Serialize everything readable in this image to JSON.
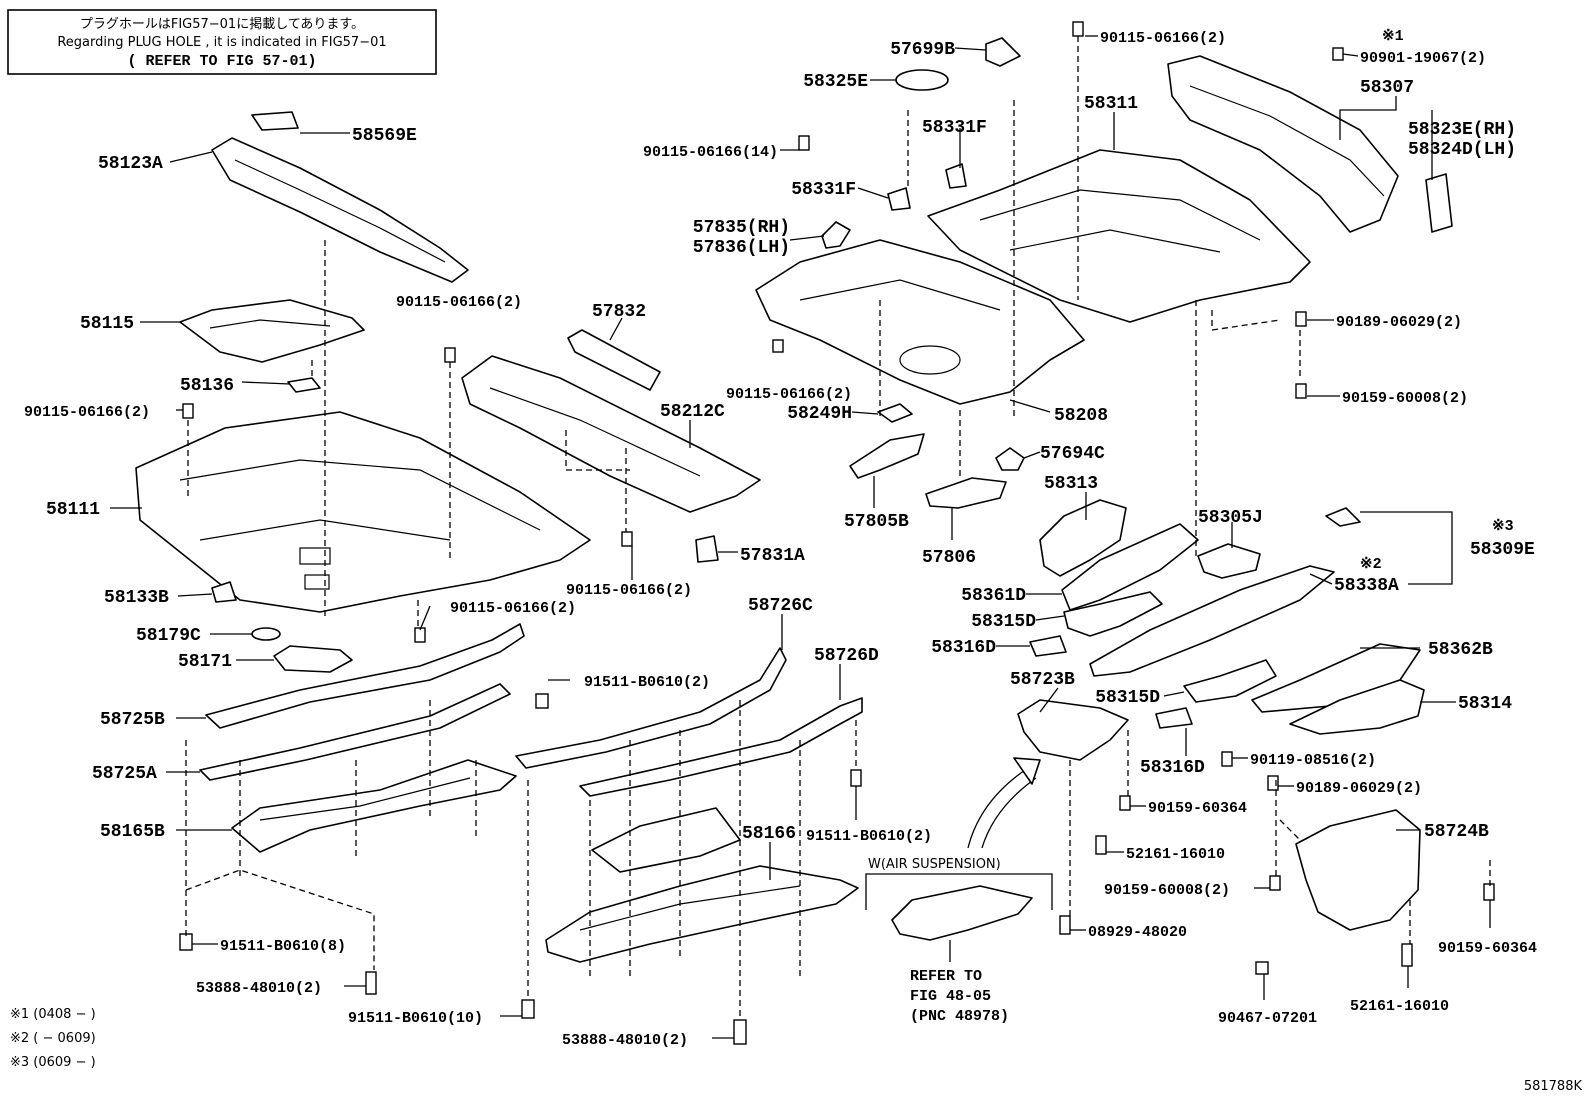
{
  "note_box": {
    "line_jp": "プラグホールはFIG57−01に掲載してあります。",
    "line_en": "Regarding PLUG HOLE , it is indicated in FIG57−01",
    "line_ref": "( REFER TO FIG 57-01)"
  },
  "labels": {
    "p57699B": "57699B",
    "p58325E": "58325E",
    "p90115_2_top": "90115-06166(2)",
    "p90901": "90901-19067(2)",
    "mark1_top": "※1",
    "p58307": "58307",
    "p58311": "58311",
    "p58323E": "58323E(RH)",
    "p58324D": "58324D(LH)",
    "p58569E": "58569E",
    "p58123A": "58123A",
    "p90115_14": "90115-06166(14)",
    "p58331F_a": "58331F",
    "p58331F_b": "58331F",
    "p57835": "57835(RH)",
    "p57836": "57836(LH)",
    "p58115": "58115",
    "p90115_2_mid": "90115-06166(2)",
    "p57832": "57832",
    "p90189_a": "90189-06029(2)",
    "p58136": "58136",
    "p90115_2_left": "90115-06166(2)",
    "p90115_2_c": "90115-06166(2)",
    "p58249H": "58249H",
    "p58208": "58208",
    "p90159_60008_a": "90159-60008(2)",
    "p58212C": "58212C",
    "p57694C": "57694C",
    "p58111": "58111",
    "p58313": "58313",
    "p57805B": "57805B",
    "p58305J": "58305J",
    "mark3": "※3",
    "p57831A": "57831A",
    "p57806": "57806",
    "p58309E": "58309E",
    "mark2": "※2",
    "p90115_2_bot": "90115-06166(2)",
    "p58361D": "58361D",
    "p58338A": "58338A",
    "p58133B": "58133B",
    "p90115_2_low": "90115-06166(2)",
    "p58726C": "58726C",
    "p58315D_a": "58315D",
    "p58179C": "58179C",
    "p58316D_a": "58316D",
    "p58362B": "58362B",
    "p58171": "58171",
    "p58726D": "58726D",
    "p91511_2": "91511-B0610(2)",
    "p58723B": "58723B",
    "p58315D_b": "58315D",
    "p58314": "58314",
    "p58725B": "58725B",
    "p90119": "90119-08516(2)",
    "p58725A": "58725A",
    "p58316D_b": "58316D",
    "p90189_b": "90189-06029(2)",
    "p90159_60364_a": "90159-60364",
    "p58165B": "58165B",
    "p58166": "58166",
    "p91511_2b": "91511-B0610(2)",
    "p58724B": "58724B",
    "p52161_a": "52161-16010",
    "air_susp": "W(AIR SUSPENSION)",
    "p90159_60008_b": "90159-60008(2)",
    "p08929": "08929-48020",
    "p90159_60364_b": "90159-60364",
    "p91511_8": "91511-B0610(8)",
    "refer1": "REFER TO",
    "refer2": "FIG 48-05",
    "refer3": "(PNC 48978)",
    "p53888_a": "53888-48010(2)",
    "p90467": "90467-07201",
    "p52161_b": "52161-16010",
    "p91511_10": "91511-B0610(10)",
    "p53888_b": "53888-48010(2)"
  },
  "footnotes": {
    "f1": "※1 (0408 −      )",
    "f2": "※2 (      − 0609)",
    "f3": "※3 (0609 −      )"
  },
  "figure_id": "581788K"
}
